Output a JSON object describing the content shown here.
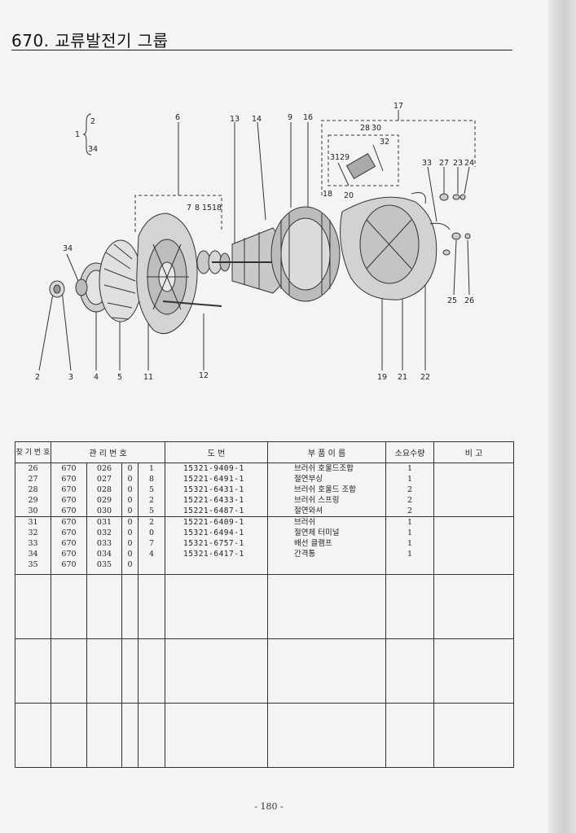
{
  "page": {
    "title": "670. 교류발전기 그룹",
    "page_number": "- 180 -"
  },
  "diagram": {
    "callouts": [
      "1",
      "2",
      "34",
      "6",
      "13",
      "14",
      "9",
      "16",
      "17",
      "28",
      "30",
      "32",
      "31",
      "29",
      "33",
      "27",
      "23",
      "24",
      "18",
      "20",
      "7",
      "8",
      "15",
      "18",
      "2",
      "3",
      "4",
      "5",
      "11",
      "12",
      "19",
      "21",
      "22",
      "25",
      "26",
      "34"
    ]
  },
  "table": {
    "headers": {
      "item_no": "찾 기 번 호",
      "mgmt_no": "관 리 번 호",
      "drawing_no": "도 번",
      "part_name": "부 품 이 름",
      "qty": "소요수량",
      "remarks": "비 고"
    },
    "groups": [
      {
        "rows": [
          {
            "no": "26",
            "g": "670",
            "s": "026",
            "z": "0",
            "c": "1",
            "drawing": "15321-9409-1",
            "name": "브러쉬 호울드조합",
            "qty": "1"
          },
          {
            "no": "27",
            "g": "670",
            "s": "027",
            "z": "0",
            "c": "8",
            "drawing": "15221-6491-1",
            "name": "절연부싱",
            "qty": "1"
          },
          {
            "no": "28",
            "g": "670",
            "s": "028",
            "z": "0",
            "c": "5",
            "drawing": "15321-6431-1",
            "name": "브러쉬 호울드 조합",
            "qty": "2"
          },
          {
            "no": "29",
            "g": "670",
            "s": "029",
            "z": "0",
            "c": "2",
            "drawing": "15221-6433-1",
            "name": "브러쉬 스프링",
            "qty": "2"
          },
          {
            "no": "30",
            "g": "670",
            "s": "030",
            "z": "0",
            "c": "5",
            "drawing": "15221-6487-1",
            "name": "절연와셔",
            "qty": "2"
          }
        ]
      },
      {
        "rows": [
          {
            "no": "31",
            "g": "670",
            "s": "031",
            "z": "0",
            "c": "2",
            "drawing": "15221-6409-1",
            "name": "브러쉬",
            "qty": "1"
          },
          {
            "no": "32",
            "g": "670",
            "s": "032",
            "z": "0",
            "c": "0",
            "drawing": "15321-6494-1",
            "name": "절연체 터미널",
            "qty": "1"
          },
          {
            "no": "33",
            "g": "670",
            "s": "033",
            "z": "0",
            "c": "7",
            "drawing": "15321-6757-1",
            "name": "배선 클램프",
            "qty": "1"
          },
          {
            "no": "34",
            "g": "670",
            "s": "034",
            "z": "0",
            "c": "4",
            "drawing": "15321-6417-1",
            "name": "간격통",
            "qty": "1"
          },
          {
            "no": "35",
            "g": "670",
            "s": "035",
            "z": "0",
            "c": "",
            "drawing": "",
            "name": "",
            "qty": ""
          }
        ]
      }
    ]
  }
}
